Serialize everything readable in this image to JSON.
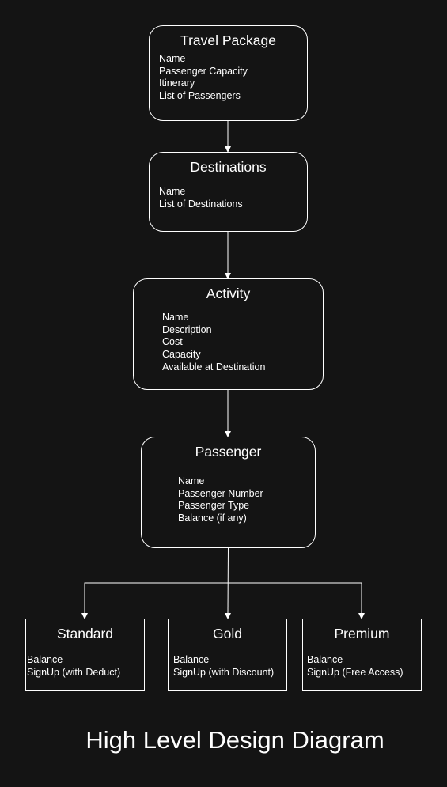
{
  "diagram": {
    "title": "High Level Design Diagram",
    "colors": {
      "background": "#141414",
      "stroke": "#ffffff",
      "text": "#ffffff"
    },
    "nodes": {
      "travel_package": {
        "title": "Travel Package",
        "fields": [
          "Name",
          "Passenger Capacity",
          "Itinerary",
          "List of Passengers"
        ]
      },
      "destinations": {
        "title": "Destinations",
        "fields": [
          "Name",
          "List of Destinations"
        ]
      },
      "activity": {
        "title": "Activity",
        "fields": [
          "Name",
          "Description",
          "Cost",
          "Capacity",
          "Available at Destination"
        ]
      },
      "passenger": {
        "title": "Passenger",
        "fields": [
          "Name",
          "Passenger Number",
          "Passenger Type",
          "Balance (if any)"
        ]
      },
      "standard": {
        "title": "Standard",
        "fields": [
          "Balance",
          "SignUp (with Deduct)"
        ]
      },
      "gold": {
        "title": "Gold",
        "fields": [
          "Balance",
          "SignUp (with Discount)"
        ]
      },
      "premium": {
        "title": "Premium",
        "fields": [
          "Balance",
          "SignUp (Free Access)"
        ]
      }
    },
    "edges": [
      {
        "from": "travel_package",
        "to": "destinations"
      },
      {
        "from": "destinations",
        "to": "activity"
      },
      {
        "from": "activity",
        "to": "passenger"
      },
      {
        "from": "passenger",
        "to": "standard"
      },
      {
        "from": "passenger",
        "to": "gold"
      },
      {
        "from": "passenger",
        "to": "premium"
      }
    ]
  }
}
